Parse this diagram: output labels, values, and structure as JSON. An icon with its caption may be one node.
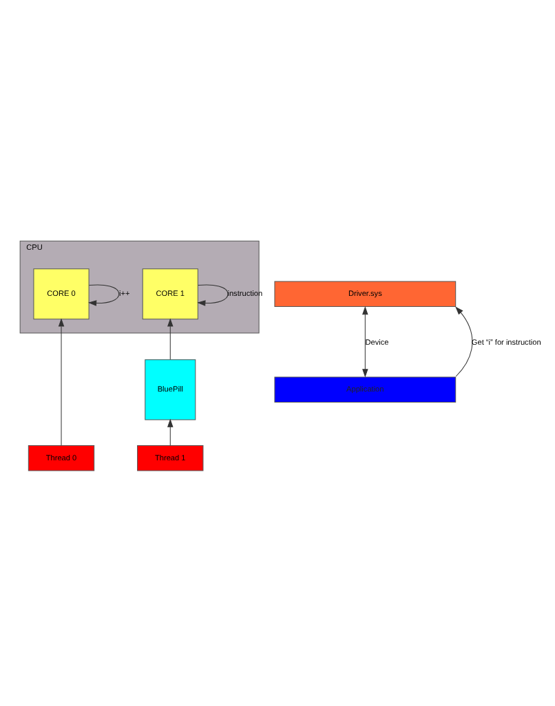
{
  "diagram": {
    "nodes": [
      {
        "text": [
          "CPU"
        ]
      },
      {
        "text": [
          "CORE 0"
        ],
        "in": 0
      },
      {
        "text": [
          "CORE 1"
        ],
        "in": 0
      },
      {
        "text": [
          "BluePill"
        ]
      },
      {
        "text": [
          "Thread 0"
        ]
      },
      {
        "text": [
          "Thread 1"
        ]
      },
      {
        "text": [
          "Driver.sys"
        ]
      },
      {
        "text": [
          "Application"
        ]
      }
    ],
    "edges": [
      {
        "from": 4,
        "to": 1,
        "arrow": "to"
      },
      {
        "from": 1,
        "to": 1,
        "arrow": "to",
        "label": "i++"
      },
      {
        "from": 2,
        "to": 2,
        "arrow": "to",
        "label": "instruction"
      },
      {
        "from": 3,
        "to": 2,
        "arrow": "to"
      },
      {
        "from": 5,
        "to": 3,
        "arrow": "to"
      },
      {
        "from": 6,
        "to": 7,
        "arrow": "both",
        "label": "Device"
      },
      {
        "from": 7,
        "to": 6,
        "arrow": "to",
        "label": "Get “i” for instruction"
      }
    ]
  }
}
